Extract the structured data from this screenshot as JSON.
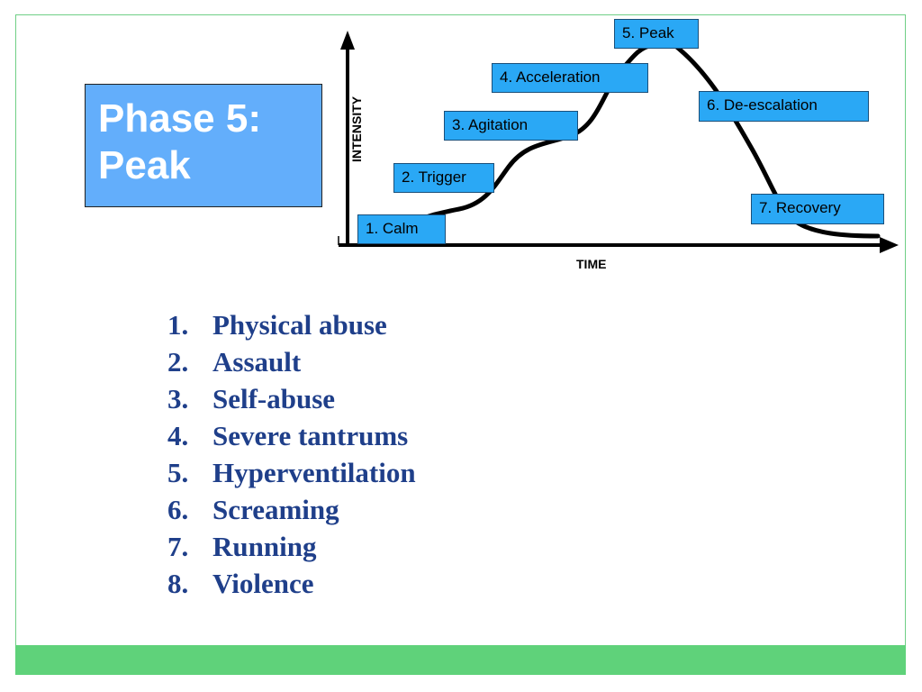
{
  "title": {
    "line1": "Phase 5:",
    "line2": "Peak"
  },
  "diagram": {
    "y_axis_label": "INTENSITY",
    "x_axis_label": "TIME",
    "stages": [
      "1. Calm",
      "2. Trigger",
      "3. Agitation",
      "4. Acceleration",
      "5. Peak",
      "6. De-escalation",
      "7. Recovery"
    ]
  },
  "list": [
    {
      "num": "1.",
      "text": "Physical abuse"
    },
    {
      "num": "2.",
      "text": "Assault"
    },
    {
      "num": "3.",
      "text": "Self-abuse"
    },
    {
      "num": "4.",
      "text": "Severe tantrums"
    },
    {
      "num": "5.",
      "text": "Hyperventilation"
    },
    {
      "num": "6.",
      "text": "Screaming"
    },
    {
      "num": "7.",
      "text": "Running"
    },
    {
      "num": "8.",
      "text": "Violence"
    }
  ],
  "colors": {
    "title_bg": "#63aefb",
    "stage_bg": "#2aa8f5",
    "list_text": "#1f3f8a",
    "footer": "#5fd27a"
  }
}
